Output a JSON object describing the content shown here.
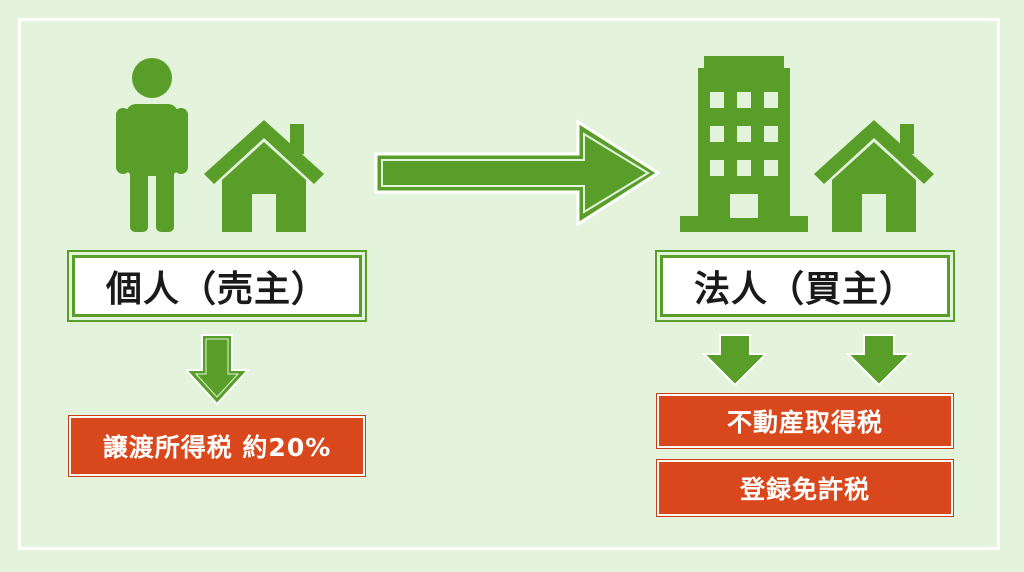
{
  "colors": {
    "background": "#e4f3dc",
    "green": "#5a9e2a",
    "tax_red": "#d9481c",
    "white": "#ffffff"
  },
  "icons": [
    "person-icon",
    "house-icon",
    "building-icon",
    "arrow-right-icon",
    "arrow-down-icon"
  ],
  "seller": {
    "label": "個人（売主）",
    "taxes": [
      "譲渡所得税 約20%"
    ]
  },
  "buyer": {
    "label": "法人（買主）",
    "taxes": [
      "不動産取得税",
      "登録免許税"
    ]
  }
}
